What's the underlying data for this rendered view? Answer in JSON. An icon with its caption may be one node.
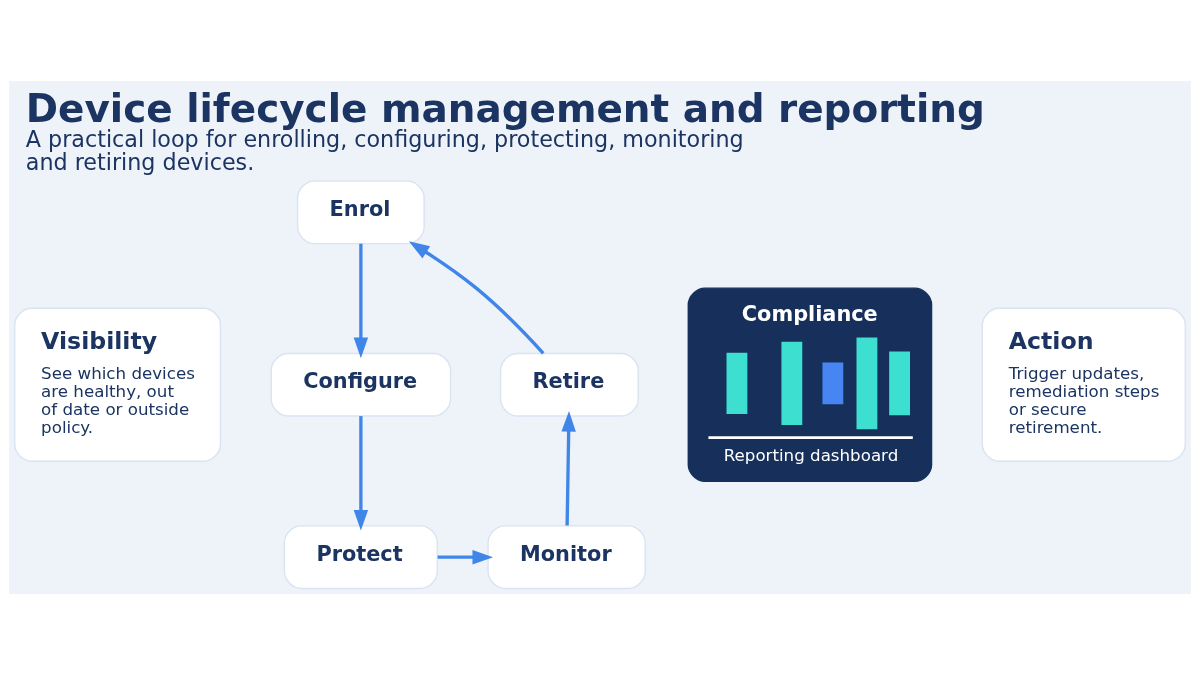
{
  "diagram": {
    "title": "Device lifecycle management and reporting",
    "caption": "A practical loop for enrolling, configuring, protecting, monitoring and retiring devices.",
    "nodes": [
      {
        "text": [
          "Enrol"
        ]
      },
      {
        "text": [
          "Visibility",
          "See which devices are healthy, out of date or outside policy."
        ]
      },
      {
        "text": [
          "Retire"
        ]
      },
      {
        "text": [
          "Compliance",
          "Reporting dashboard"
        ]
      },
      {
        "text": [
          "Configure"
        ]
      },
      {
        "text": [
          "Action",
          "Trigger updates, remediation steps or secure retirement."
        ]
      },
      {
        "text": [
          "Monitor"
        ]
      },
      {
        "text": [
          "Protect"
        ]
      }
    ],
    "edges": [
      {
        "from": 2,
        "to": 0,
        "arrow": "to"
      },
      {
        "from": 0,
        "to": 4,
        "arrow": "to"
      },
      {
        "from": 4,
        "to": 7,
        "arrow": "to"
      },
      {
        "from": 7,
        "to": 6,
        "arrow": "to"
      },
      {
        "from": 6,
        "to": 2,
        "arrow": "to"
      }
    ]
  }
}
